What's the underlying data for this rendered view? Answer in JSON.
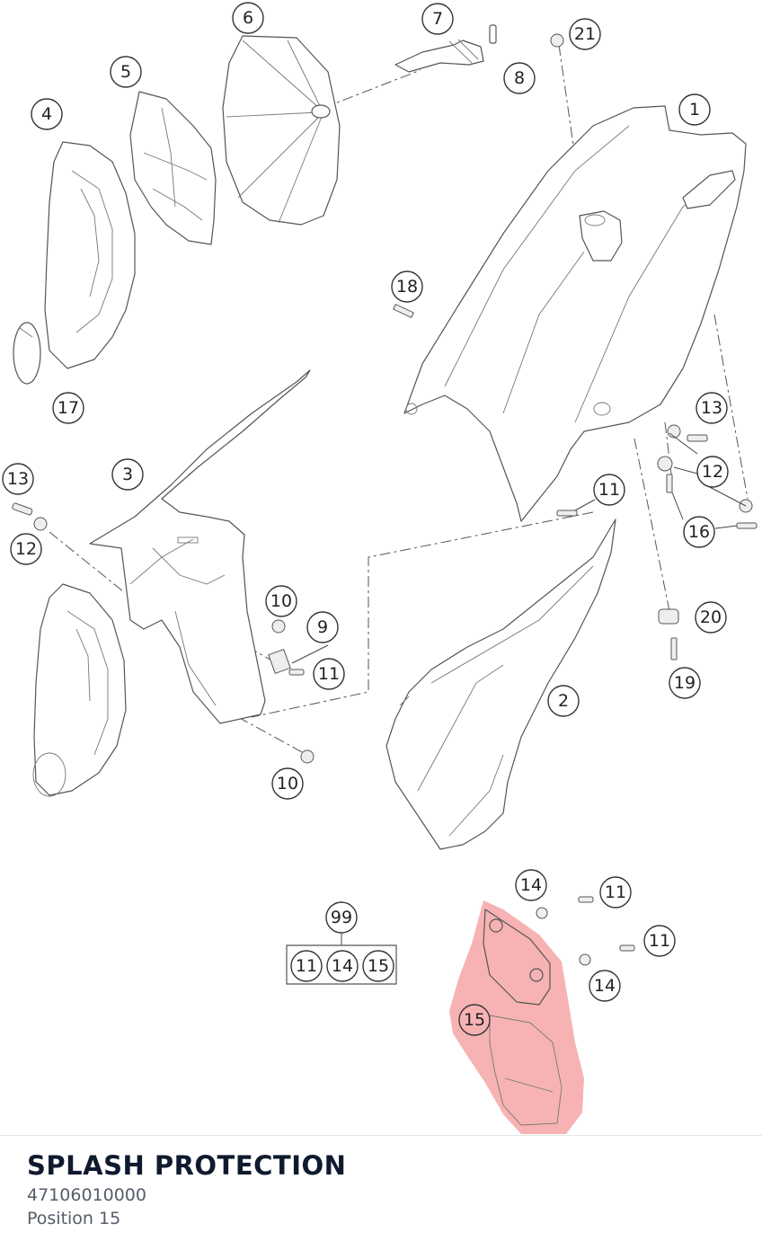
{
  "diagram": {
    "callouts": [
      "1",
      "2",
      "3",
      "4",
      "5",
      "6",
      "7",
      "8",
      "9",
      "10",
      "10",
      "11",
      "11",
      "11",
      "11",
      "11",
      "12",
      "12",
      "13",
      "13",
      "14",
      "14",
      "15",
      "16",
      "17",
      "18",
      "19",
      "20",
      "21",
      "99"
    ],
    "kit_contents": [
      "11",
      "14",
      "15"
    ],
    "highlight_color": "#f28b8b",
    "highlighted_part": "15"
  },
  "footer": {
    "part_name": "SPLASH PROTECTION",
    "part_number": "47106010000",
    "position_label": "Position 15"
  }
}
